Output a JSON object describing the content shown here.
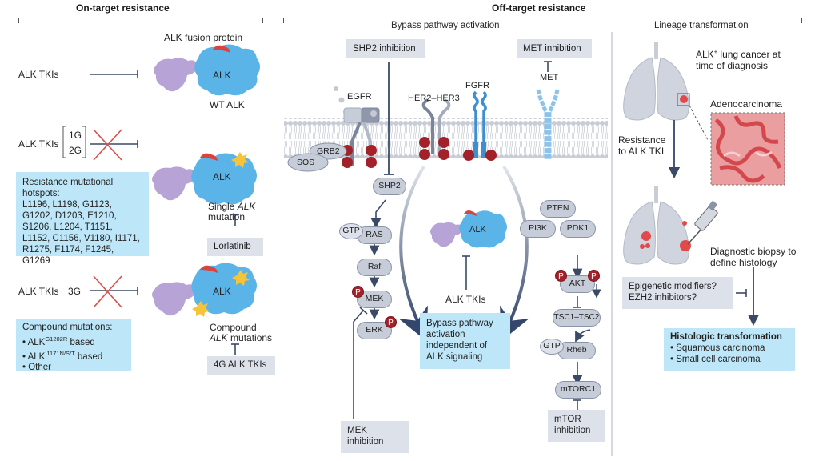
{
  "sections": {
    "on_target": {
      "title": "On-target resistance"
    },
    "off_target": {
      "title": "Off-target resistance"
    },
    "bypass": {
      "title": "Bypass pathway activation"
    },
    "lineage": {
      "title": "Lineage transformation"
    }
  },
  "on_target": {
    "row1": {
      "drug": "ALK TKIs",
      "protein_label": "ALK fusion protein",
      "protein_name": "ALK",
      "caption": "WT ALK"
    },
    "row2": {
      "drug": "ALK TKIs",
      "gen_a": "1G",
      "gen_b": "2G",
      "protein_name": "ALK",
      "caption_line1": "Single ",
      "caption_italic": "ALK",
      "caption_line2": "mutation",
      "treatment": "Lorlatinib",
      "hotspots_title": "Resistance mutational hotspots:",
      "hotspots": "L1196, L1198, G1123, G1202, D1203, E1210, S1206, L1204, T1151, L1152, C1156, V1180, I1171, R1275, F1174, F1245, G1269"
    },
    "row3": {
      "drug": "ALK TKIs",
      "gen": "3G",
      "protein_name": "ALK",
      "caption_line1": "Compound",
      "caption_italic": "ALK",
      "caption_line2": " mutations",
      "treatment": "4G ALK TKIs",
      "compound_title": "Compound mutations:",
      "compound_items": [
        {
          "prefix": "• ALK",
          "sup": "G1202R",
          "suffix": " based"
        },
        {
          "prefix": "• ALK",
          "sup": "I1171N/S/T",
          "suffix": " based"
        },
        {
          "prefix": "• Other",
          "sup": "",
          "suffix": ""
        }
      ]
    }
  },
  "bypass": {
    "shp2_inhibition": "SHP2 inhibition",
    "met_inhibition": "MET inhibition",
    "receptors": {
      "egfr": "EGFR",
      "her": "HER2–HER3",
      "fgfr": "FGFR",
      "met": "MET"
    },
    "adaptors": {
      "grb2": "GRB2",
      "sos": "SOS"
    },
    "phospho": "P",
    "mapk": {
      "shp2": "SHP2",
      "gtp": "GTP",
      "ras": "RAS",
      "raf": "Raf",
      "mek": "MEK",
      "erk": "ERK"
    },
    "mek_inhibition": "MEK inhibition",
    "center": {
      "protein_name": "ALK",
      "drug": "ALK TKIs",
      "box": "Bypass pathway activation independent of ALK signaling"
    },
    "pi3k": {
      "pten": "PTEN",
      "pi3k": "PI3K",
      "pdk1": "PDK1",
      "akt": "AKT",
      "tsc": "TSC1–TSC2",
      "gtp": "GTP",
      "rheb": "Rheb",
      "mtorc1": "mTORC1"
    },
    "mtor_inhibition": "mTOR inhibition"
  },
  "lineage": {
    "diagnosis_label_pre": "ALK",
    "diagnosis_label_sup": "+",
    "diagnosis_label_post": " lung cancer at time of diagnosis",
    "adenocarcinoma": "Adenocarcinoma",
    "resistance": "Resistance to ALK TKI",
    "biopsy": "Diagnostic biopsy to define histology",
    "epigenetic": "Epigenetic modifiers? EZH2 inhibitors?",
    "histologic_title": "Histologic transformation",
    "histologic_items": [
      "• Squamous carcinoma",
      "• Small cell carcinoma"
    ]
  },
  "colors": {
    "alk_blue": "#5bb4e8",
    "fusion_purple": "#b7a3d6",
    "mutation_yellow": "#f5c43a",
    "fusion_red": "#d9443e",
    "phospho_red": "#a3222a",
    "box_blue": "#bde6f8",
    "box_grey": "#dde1ea",
    "arrow_dark": "#3a4a66",
    "cross_red": "#d8504a"
  }
}
